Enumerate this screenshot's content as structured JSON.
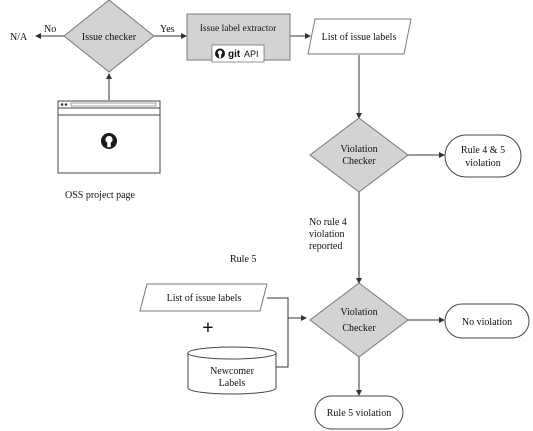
{
  "colors": {
    "shape_fill": "#d3d3d3",
    "stroke": "#777777",
    "line": "#333333",
    "text": "#111111"
  },
  "icons": [
    "github-icon",
    "git-logo-icon",
    "browser-window-icon",
    "plus-icon",
    "database-icon"
  ],
  "labels": {
    "na": "N/A",
    "no": "No",
    "yes": "Yes",
    "issue_checker": "Issue checker",
    "extractor": "Issue label extractor",
    "git_api": "API",
    "git_wordmark": "git",
    "list_of_issue_labels_top": "List of issue labels",
    "violation_checker_1": [
      "Violation",
      "Checker"
    ],
    "rule45": [
      "Rule 4 & 5",
      "violation"
    ],
    "oss_project_page": "OSS project page",
    "no_rule4": [
      "No rule 4",
      "violation",
      "reported"
    ],
    "rule5_heading": "Rule 5",
    "list_of_issue_labels_bottom": "List of issue labels",
    "plus": "+",
    "newcomer": [
      "Newcomer",
      "Labels"
    ],
    "violation_checker_2": [
      "Violation",
      "Checker"
    ],
    "no_violation": "No violation",
    "rule5_violation": "Rule 5 violation"
  }
}
